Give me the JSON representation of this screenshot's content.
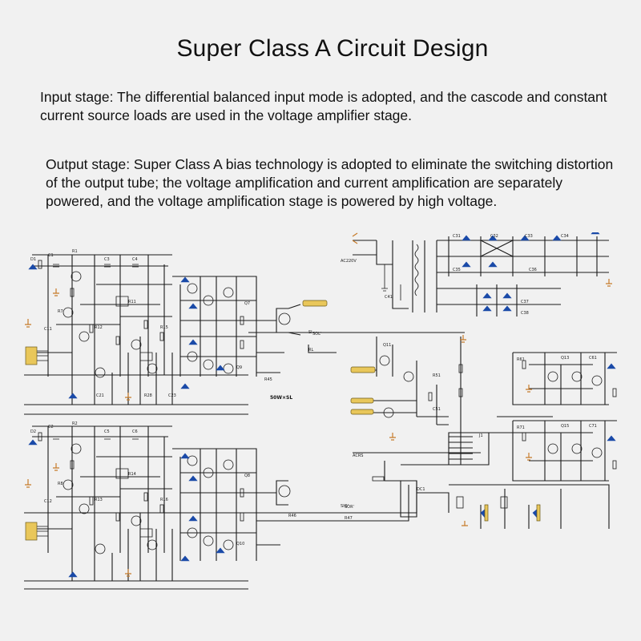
{
  "title": "Super Class A Circuit Design",
  "input_stage": "Input stage: The differential balanced input mode is adopted, and the cascode and constant current source loads are used in the voltage amplifier stage.",
  "output_stage": "Output stage: Super Class A bias technology is adopted to eliminate the switching distortion of the output tube; the voltage amplification and current amplification are separately powered, and the voltage amplification stage is powered by high voltage.",
  "schematic": {
    "channel_label": "50W×SL",
    "ac_label": "AC220V",
    "colors": {
      "diode": "#1a4aa8",
      "ground": "#c77b2a",
      "connector": "#e9c75a"
    }
  }
}
